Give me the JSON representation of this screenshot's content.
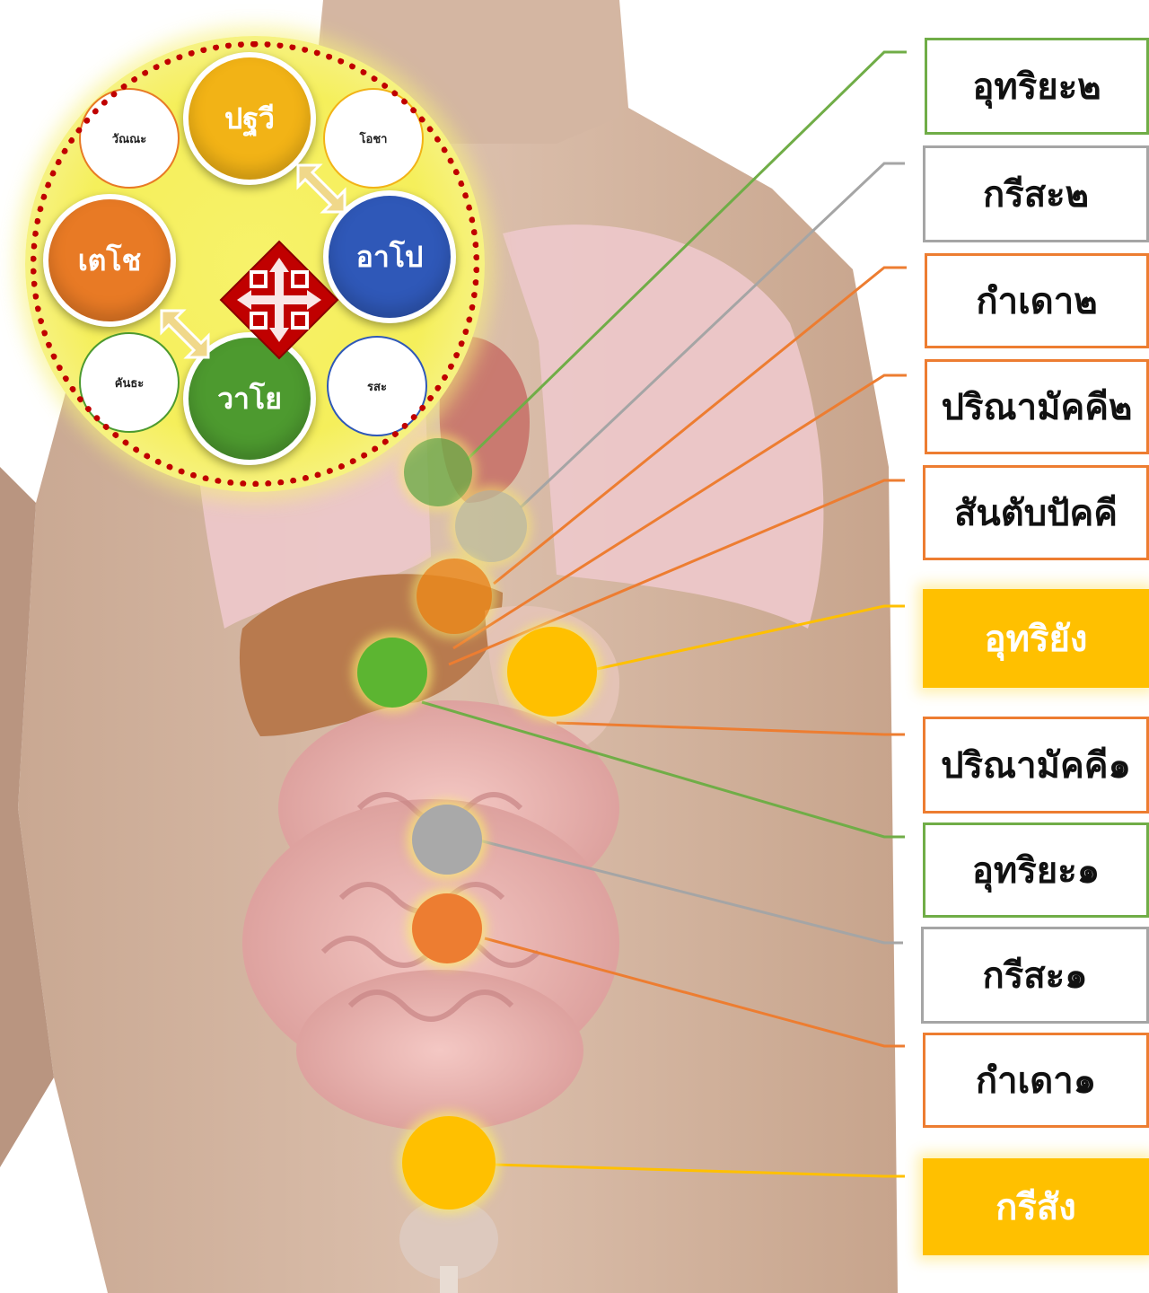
{
  "wheel": {
    "elements": [
      {
        "key": "pathavi",
        "label": "ปฐวี",
        "color": "#f2b316"
      },
      {
        "key": "apo",
        "label": "อาโป",
        "color": "#2f58b8"
      },
      {
        "key": "vayo",
        "label": "วาโย",
        "color": "#4d9a2f"
      },
      {
        "key": "tejo",
        "label": "เตโช",
        "color": "#e87a25"
      }
    ],
    "qualities": [
      {
        "key": "vanna",
        "label": "วัณณะ",
        "color": "#e87a25"
      },
      {
        "key": "oja",
        "label": "โอชา",
        "color": "#f2b316"
      },
      {
        "key": "gandha",
        "label": "คันธะ",
        "color": "#4d9a2f"
      },
      {
        "key": "rasa",
        "label": "รสะ",
        "color": "#2f58b8"
      }
    ]
  },
  "labels": [
    {
      "key": "utariya2",
      "text": "อุทริยะ๒",
      "color": "#70ad47",
      "filled": false
    },
    {
      "key": "krisa2",
      "text": "กรีสะ๒",
      "color": "#a5a5a5",
      "filled": false
    },
    {
      "key": "kamdao2",
      "text": "กำเดา๒",
      "color": "#ed7d31",
      "filled": false
    },
    {
      "key": "parinam2",
      "text": "ปริณามัคคี๒",
      "color": "#ed7d31",
      "filled": false
    },
    {
      "key": "santap",
      "text": "สันตับปัคคี",
      "color": "#ed7d31",
      "filled": false
    },
    {
      "key": "utariyang",
      "text": "อุทริยัง",
      "color": "#ffc000",
      "filled": true
    },
    {
      "key": "parinam1",
      "text": "ปริณามัคคี๑",
      "color": "#ed7d31",
      "filled": false
    },
    {
      "key": "utariya1",
      "text": "อุทริยะ๑",
      "color": "#70ad47",
      "filled": false
    },
    {
      "key": "krisa1",
      "text": "กรีสะ๑",
      "color": "#a5a5a5",
      "filled": false
    },
    {
      "key": "kamdao1",
      "text": "กำเดา๑",
      "color": "#ed7d31",
      "filled": false
    },
    {
      "key": "krisang",
      "text": "กรีสัง",
      "color": "#ffc000",
      "filled": true
    }
  ],
  "markers": [
    {
      "key": "m-utariya2",
      "color": "#70ad47"
    },
    {
      "key": "m-krisa2",
      "color": "#bfbf9a"
    },
    {
      "key": "m-kamdao2",
      "color": "#ed8a1a"
    },
    {
      "key": "m-utariya1",
      "color": "#5cb531"
    },
    {
      "key": "m-utariyang",
      "color": "#ffc000"
    },
    {
      "key": "m-krisa1",
      "color": "#a9a9a9"
    },
    {
      "key": "m-kamdao1",
      "color": "#ed7d31"
    },
    {
      "key": "m-krisang",
      "color": "#ffc000"
    }
  ]
}
